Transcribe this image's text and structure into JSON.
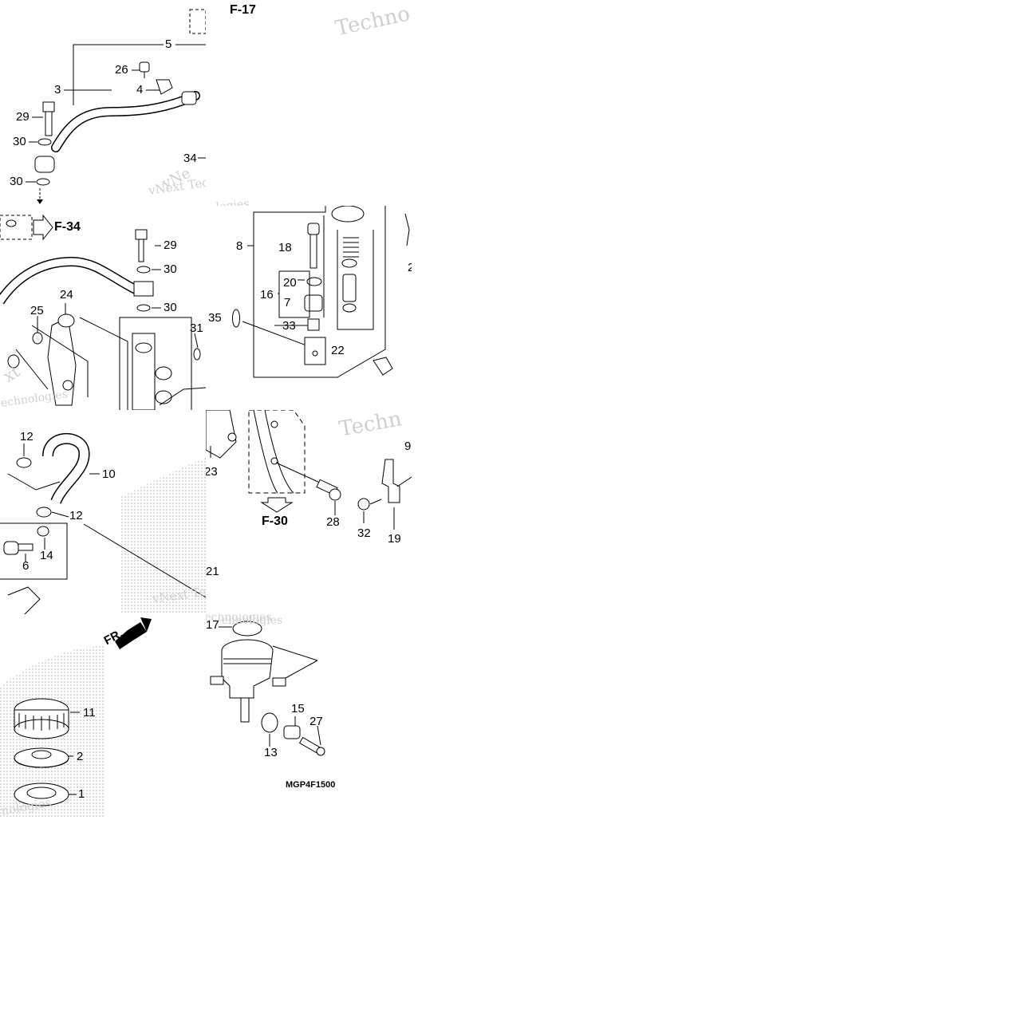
{
  "diagram_code": "MGP4F1500",
  "reference_labels": [
    "F-17",
    "F-34",
    "F-30"
  ],
  "direction_arrow": "FR.",
  "watermark_fragments": [
    "Techno",
    "vNext Tec",
    "vNe",
    "nologies",
    "Technologies",
    "chnologies",
    "xt",
    "echnologies",
    "vNext Te",
    "logies",
    "Techn"
  ],
  "part_numbers": {
    "t1": [
      "5",
      "26",
      "3",
      "4",
      "29",
      "30",
      "30",
      "34"
    ],
    "t2": [
      "29",
      "30",
      "30",
      "24",
      "25",
      "31"
    ],
    "t3": [
      "8",
      "18",
      "20",
      "16",
      "7",
      "33",
      "35",
      "22",
      "2"
    ],
    "t4": [
      "12",
      "10",
      "12",
      "6",
      "14"
    ],
    "t5": [
      "23",
      "28",
      "9",
      "32",
      "19",
      "21"
    ],
    "t6": [
      "11",
      "2",
      "1"
    ],
    "t7": [
      "17",
      "15",
      "27",
      "13"
    ]
  }
}
